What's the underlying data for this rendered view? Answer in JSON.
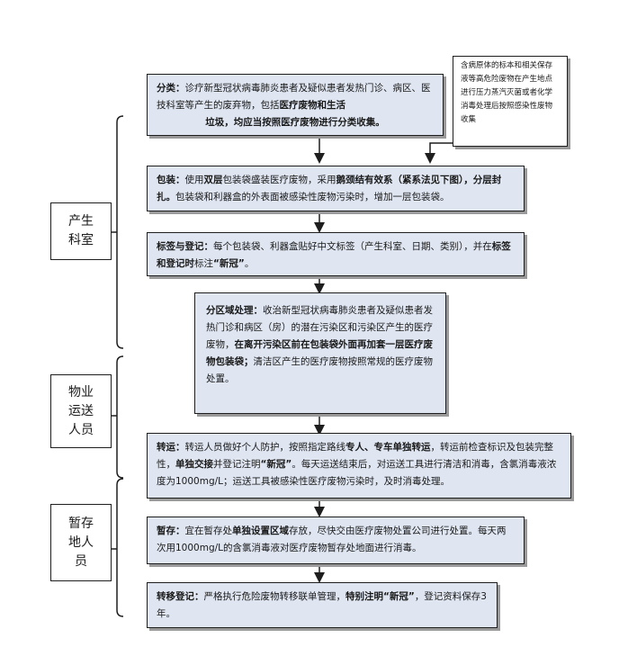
{
  "roles": {
    "producer": [
      "产生",
      "科室"
    ],
    "transport": [
      "物业",
      "运送",
      "人员"
    ],
    "storage": [
      "暂存",
      "地人",
      "员"
    ]
  },
  "note": "含病原体的标本和相关保存液等高危险废物在产生地点进行压力蒸汽灭菌或者化学消毒处理后按照感染性废物收集",
  "steps": {
    "classify": {
      "title": "分类：",
      "t1": "诊疗新型冠状病毒肺炎患者及疑似患者发热门诊、病区、医技科室等产生的废弃物，包括",
      "b1": "医疗废物和生活",
      "b2": "垃圾，均应当按照医疗废物进行分类收集。"
    },
    "pack": {
      "title": "包装：",
      "t1": "使用",
      "b1": "双层",
      "t2": "包装袋盛装医疗废物，采用",
      "b2": "鹅颈结有效系（紧系法见下图），分层封扎。",
      "t3": "包装袋和利器盒的外表面被感染性废物污染时，增加一层包装袋。"
    },
    "label": {
      "title": "标签与登记：",
      "t1": "每个包装袋、利器盒贴好中文标签（产生科室、日期、类别），并在",
      "b1": "标签和登记时",
      "t2": "标注",
      "b2": "“新冠”",
      "t3": "。"
    },
    "zone": {
      "title": "分区域处理：",
      "t1": "收治新型冠状病毒肺炎患者及疑似患者发热门诊和病区（房）的潜在污染区和污染区产生的医疗废物，",
      "b1": "在离开污染区前在包装袋外面再加套一层医疗废物包装袋；",
      "t2": "清洁区产生的医疗废物按照常规的医疗废物处置。"
    },
    "transport": {
      "title": "转运：",
      "t1": "转运人员做好个人防护，按照指定路线",
      "b1": "专人、专车单独转运",
      "t2": "，转运前检查标识及包装完整性，",
      "b2": "单独交接",
      "t3": "并登记注明",
      "b3": "“新冠”",
      "t4": "。每天运送结束后，对运送工具进行清洁和消毒，含氯消毒液浓度为1000mg/L；运送工具被感染性医疗废物污染时，及时消毒处理。"
    },
    "store": {
      "title": "暂存：",
      "t1": "宜在暂存处",
      "b1": "单独设置区域",
      "t2": "存放，尽快交由医疗废物处置公司进行处置。每天两次用1000mg/L的含氯消毒液对医疗废物暂存处地面进行消毒。"
    },
    "transfer": {
      "title": "转移登记：",
      "t1": "严格执行危险废物转移联单管理，",
      "b1": "特别注明",
      "b2": "“新冠”",
      "t2": "，登记资料保存3年。"
    }
  }
}
